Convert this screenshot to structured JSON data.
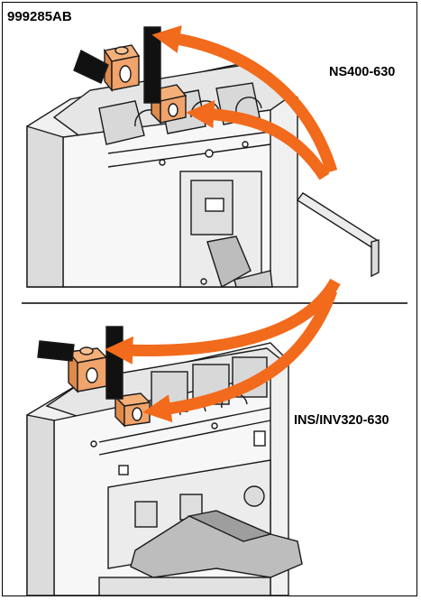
{
  "document": {
    "reference": "999285AB",
    "top_model": "NS400-630",
    "bottom_model": "INS/INV320-630"
  },
  "colors": {
    "arrow": "#f26a1b",
    "connector": "#f0a36a",
    "connector_dark": "#d88445",
    "stroke": "#1a1a1a",
    "fill_light": "#f4f4f4",
    "fill_mid": "#e2e2e2",
    "fill_dark": "#c8c8c8"
  },
  "icons": [
    "allen-key-icon",
    "connector-lug-icon",
    "curved-arrow-icon"
  ]
}
